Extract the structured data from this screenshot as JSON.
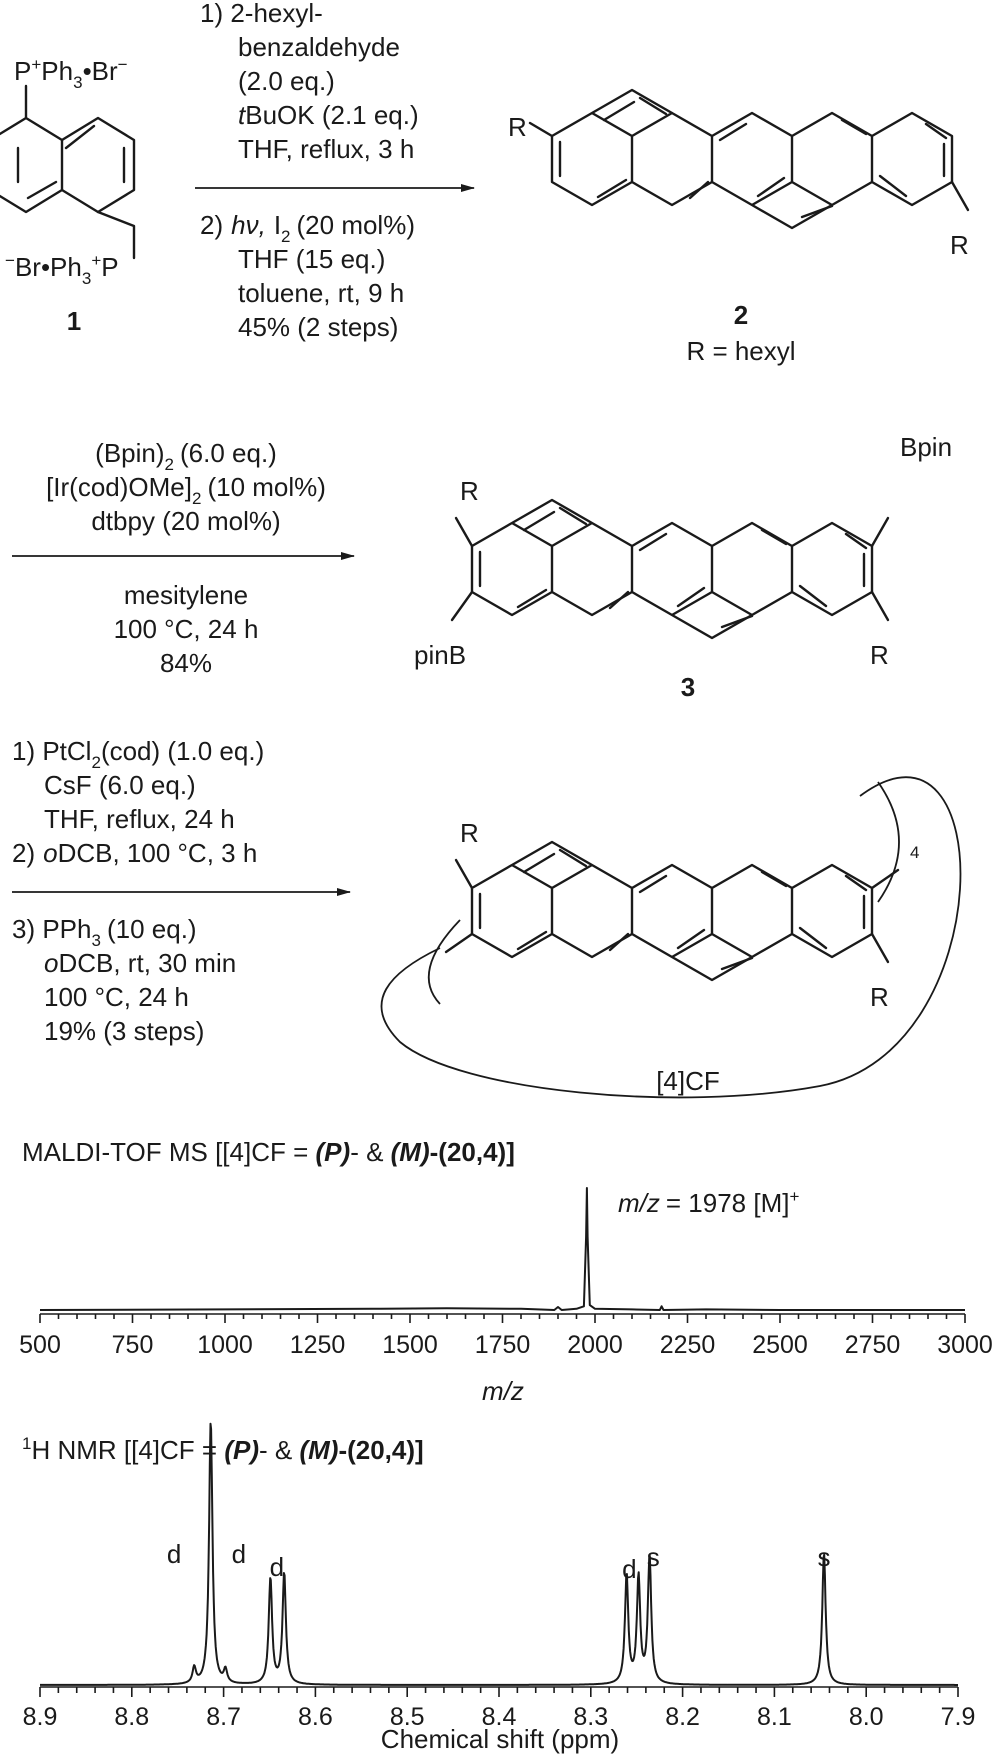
{
  "scheme": {
    "cmpd1": {
      "top_group": [
        "P",
        "+",
        "Ph",
        "3",
        "•Br",
        "−"
      ],
      "bottom_group": [
        "−",
        "Br•Ph",
        "3",
        "+",
        "P"
      ],
      "label": "1"
    },
    "step1": {
      "above": [
        "1) 2-hexyl-",
        "benzaldehyde",
        "(2.0 eq.)",
        "BuOK (2.1 eq.)",
        "THF, reflux, 3 h"
      ],
      "tbu_prefix": "t",
      "below_line1_num": "2)",
      "hv": "hν,",
      "i2": "I",
      "i2_sub": "2",
      "i2_rest": "(20 mol%)",
      "below": [
        "THF (15 eq.)",
        "toluene, rt, 9 h",
        "45% (2 steps)"
      ]
    },
    "cmpd2": {
      "label": "2",
      "r_def": "R = hexyl",
      "r": "R"
    },
    "step2": {
      "above_pre": "(Bpin)",
      "above_sub": "2",
      "above_post": "(6.0 eq.)",
      "above2_pre": "[Ir(cod)OMe]",
      "above2_sub": "2",
      "above2_post": "(10 mol%)",
      "above3": "dtbpy (20 mol%)",
      "below": [
        "mesitylene",
        "100 °C, 24 h",
        "84%"
      ]
    },
    "cmpd3": {
      "label": "3",
      "bpin": "Bpin",
      "pinb": "pinB",
      "r": "R"
    },
    "step3": {
      "l1_pre": "1) PtCl",
      "l1_sub": "2",
      "l1_post": "(cod) (1.0 eq.)",
      "l2": "CsF (6.0 eq.)",
      "l3": "THF, reflux, 24 h",
      "l4_num": "2)",
      "l4_o": "o",
      "l4_post": "DCB, 100 °C, 3 h",
      "l5_pre": "3) PPh",
      "l5_sub": "3",
      "l5_post": "(10 eq.)",
      "l6_o": "o",
      "l6_post": "DCB, rt, 30 min",
      "l7": "100 °C, 24 h",
      "l8": "19% (3 steps)"
    },
    "product": {
      "label": "[4]CF",
      "repeat": "4",
      "r": "R"
    }
  },
  "chart_data": [
    {
      "type": "line",
      "title_parts": [
        "MALDI-TOF MS [[4]CF = ",
        "(P)",
        "- & ",
        "(M)",
        "-(20,4)]"
      ],
      "xlabel": "m/z",
      "ylabel": "",
      "xlim": [
        500,
        3000
      ],
      "xticks": [
        "500",
        "750",
        "1000",
        "1250",
        "1500",
        "1750",
        "2000",
        "2250",
        "2500",
        "2750",
        "3000"
      ],
      "peak_annotation": {
        "prefix": "m/z",
        "text": "= 1978 [M]",
        "sup": "+"
      },
      "series": [
        {
          "x": [
            500,
            1000,
            1400,
            1600,
            1800,
            1890,
            1900,
            1910,
            1950,
            1970,
            1976,
            1978,
            1980,
            1986,
            2000,
            2100,
            2175,
            2180,
            2185,
            2300,
            2500,
            3000
          ],
          "y": [
            0.0,
            0.005,
            0.01,
            0.015,
            0.01,
            0.0,
            0.025,
            0.0,
            0.01,
            0.03,
            0.6,
            1.0,
            0.6,
            0.04,
            0.01,
            0.005,
            0.0,
            0.03,
            0.0,
            0.005,
            0.0,
            0.0
          ]
        }
      ],
      "grid": false
    },
    {
      "type": "line",
      "title_parts": [
        "1",
        "H NMR [[4]CF = ",
        "(P)",
        "- & ",
        "(M)",
        "-(20,4)]"
      ],
      "xlabel": "Chemical shift (ppm)",
      "ylabel": "",
      "xlim": [
        8.9,
        7.9
      ],
      "xticks": [
        "8.9",
        "8.8",
        "8.7",
        "8.6",
        "8.5",
        "8.4",
        "8.3",
        "8.2",
        "8.1",
        "8.0",
        "7.9"
      ],
      "peak_labels": [
        {
          "ppm": 8.73,
          "label": "d"
        },
        {
          "ppm": 8.703,
          "label": "d"
        },
        {
          "ppm": 8.642,
          "label": "d"
        },
        {
          "ppm": 8.258,
          "label": "d"
        },
        {
          "ppm": 8.232,
          "label": "s"
        },
        {
          "ppm": 8.046,
          "label": "s"
        }
      ],
      "peaks": [
        {
          "ppm": 8.732,
          "height": 0.06
        },
        {
          "ppm": 8.714,
          "height": 1.0
        },
        {
          "ppm": 8.698,
          "height": 0.05
        },
        {
          "ppm": 8.649,
          "height": 0.4
        },
        {
          "ppm": 8.634,
          "height": 0.42
        },
        {
          "ppm": 8.261,
          "height": 0.41
        },
        {
          "ppm": 8.248,
          "height": 0.4
        },
        {
          "ppm": 8.236,
          "height": 0.48
        },
        {
          "ppm": 8.046,
          "height": 0.5
        }
      ],
      "grid": false
    }
  ]
}
